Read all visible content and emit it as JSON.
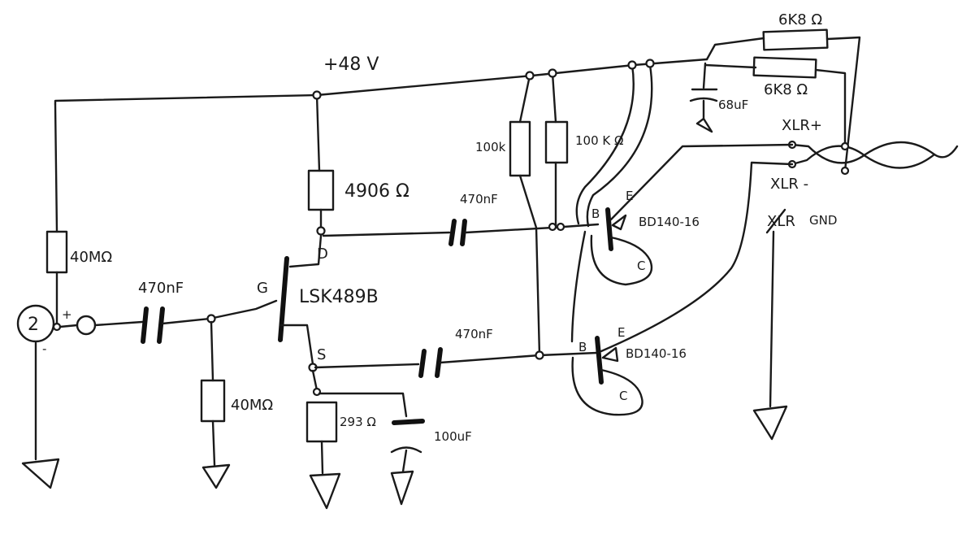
{
  "labels": {
    "supply": "+48 V",
    "r_top_1": "6K8 Ω",
    "r_top_2": "6K8 Ω",
    "c_supply": "68uF",
    "xlr_plus": "XLR+",
    "xlr_minus": "XLR -",
    "xlr_gnd_struck": "XLR",
    "xlr_gnd": "GND",
    "r_100k_left": "100k",
    "r_100k_right": "100 K Ω",
    "r_drain": "4906 Ω",
    "c_470_drain": "470nF",
    "q_top": "BD140-16",
    "q_bottom": "BD140-16",
    "b_top": "B",
    "e_top": "E",
    "c_top": "C",
    "b_bottom": "B",
    "e_bottom": "E",
    "c_bottom": "C",
    "drain": "D",
    "gate": "G",
    "source": "S",
    "jfet": "LSK489B",
    "r_bias": "40MΩ",
    "c_in": "470nF",
    "r_gate": "40MΩ",
    "c_470_source": "470nF",
    "r_source": "293 Ω",
    "c_source": "100uF",
    "mic": "2",
    "mic_plus": "+",
    "mic_minus": "-"
  }
}
